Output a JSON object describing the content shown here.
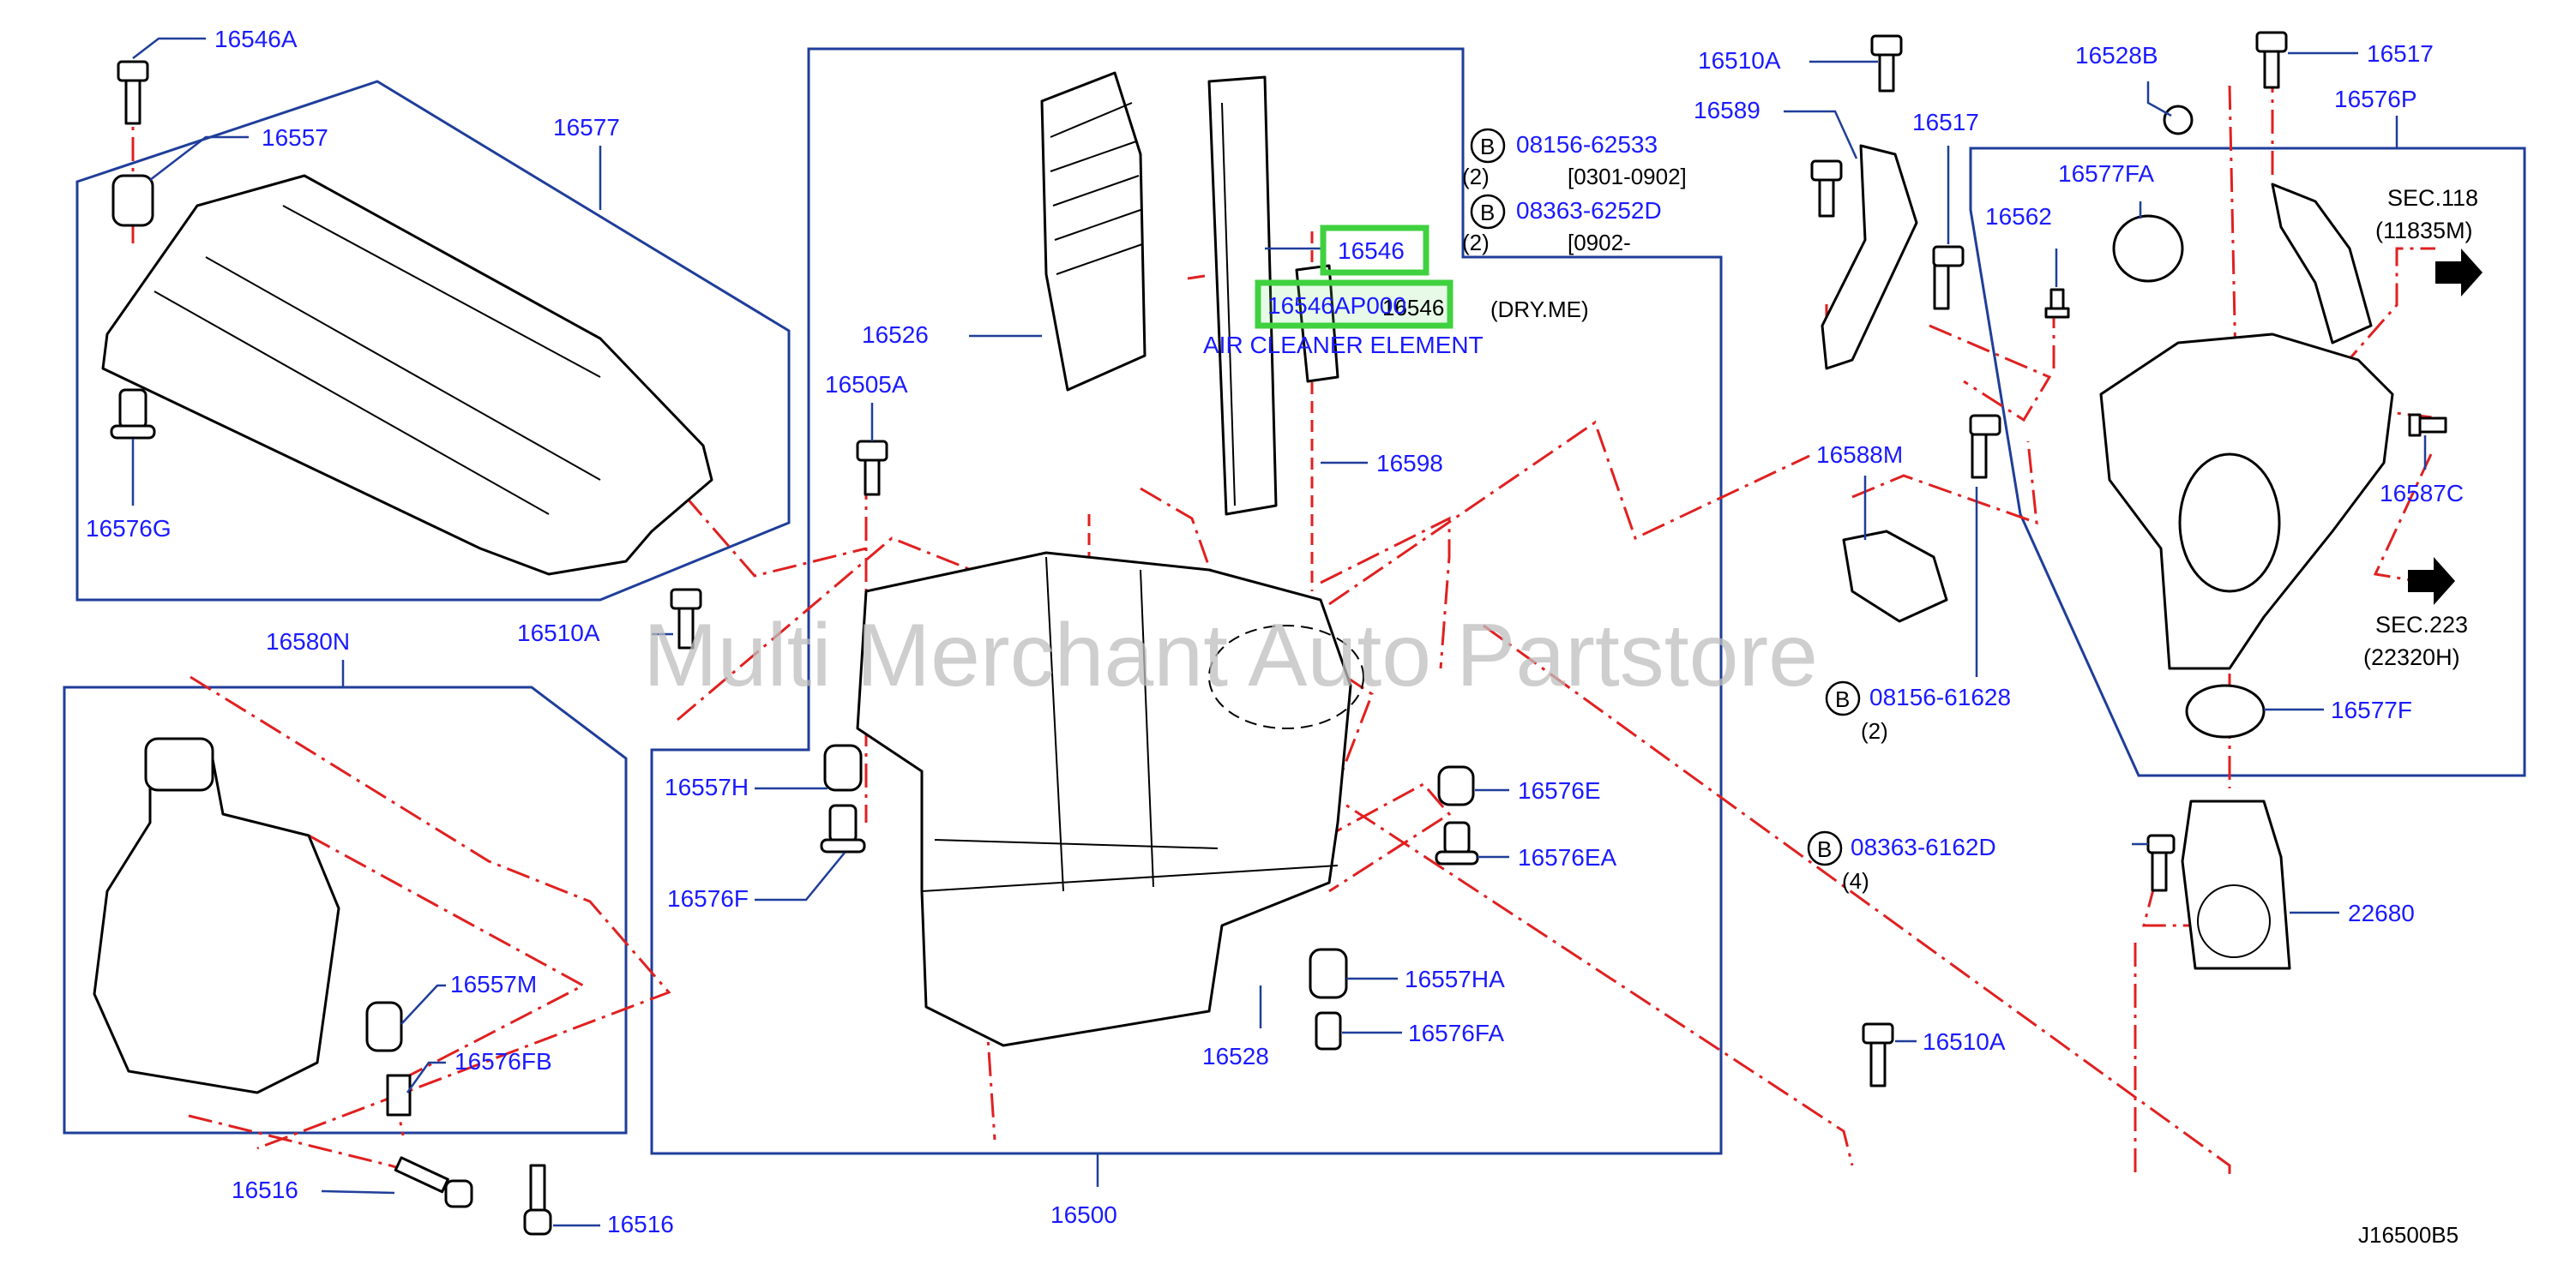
{
  "diagram_code": "J16500B5",
  "watermark": "Multi Merchant Auto Partstore",
  "highlight": {
    "part_number": "16546",
    "replacement": "16546AP000",
    "caption": "AIR CLEANER ELEMENT",
    "obscured_number": "16546",
    "spec": "(DRY.ME)"
  },
  "bolt_callouts": [
    {
      "marker": "B",
      "number": "08156-62533",
      "qty": "(2)",
      "range": "[0301-0902]"
    },
    {
      "marker": "B",
      "number": "08363-6252D",
      "qty": "(2)",
      "range": "[0902-"
    },
    {
      "marker": "B",
      "number": "08156-61628",
      "qty": "(2)"
    },
    {
      "marker": "B",
      "number": "08363-6162D",
      "qty": "(4)"
    }
  ],
  "sections": [
    {
      "label": "SEC.118",
      "sub": "(11835M)"
    },
    {
      "label": "SEC.223",
      "sub": "(22320H)"
    }
  ],
  "part_labels": [
    "16546A",
    "16557",
    "16577",
    "16576G",
    "16580N",
    "16557M",
    "16576FB",
    "16516",
    "16516",
    "16526",
    "16505A",
    "16510A",
    "16557H",
    "16576F",
    "16500",
    "16528",
    "16598",
    "16576E",
    "16576EA",
    "16557HA",
    "16576FA",
    "16510A",
    "16589",
    "16517",
    "16588M",
    "16528B",
    "16517",
    "16576P",
    "16577FA",
    "16562",
    "16587C",
    "16577F",
    "22680",
    "16510A"
  ]
}
